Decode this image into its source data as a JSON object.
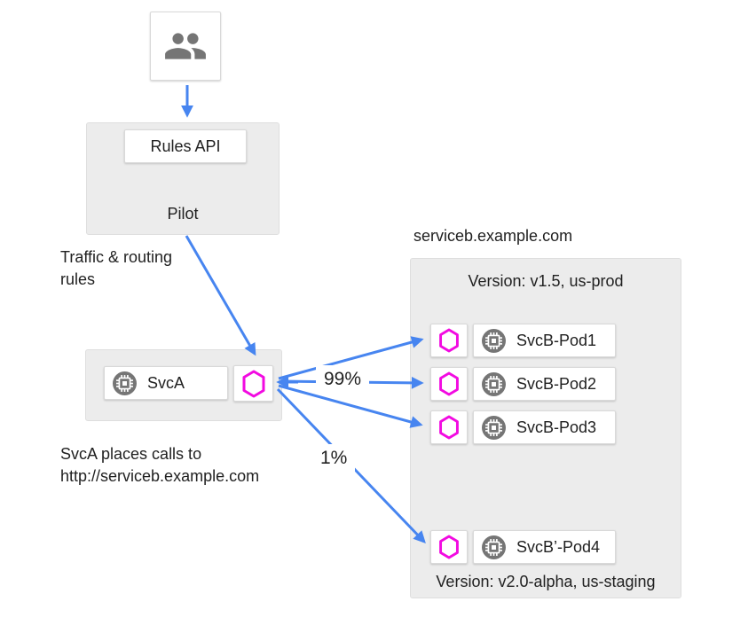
{
  "colors": {
    "arrow_blue": "#4785f0",
    "proxy_magenta": "#f20ae1",
    "panel_gray": "#ececec",
    "icon_gray": "#757575",
    "text_dark": "#212121"
  },
  "icons": {
    "users": "people-icon",
    "service": "chip-icon",
    "proxy": "hexagon-proxy-icon"
  },
  "pilot": {
    "label": "Pilot",
    "rules_api_label": "Rules API"
  },
  "notes": {
    "traffic_line1": "Traffic & routing",
    "traffic_line2": "rules",
    "svca_line1": "SvcA places calls to",
    "svca_line2": "http://serviceb.example.com"
  },
  "svca": {
    "label": "SvcA"
  },
  "weights": {
    "major": "99%",
    "minor": "1%"
  },
  "serviceb": {
    "title": "serviceb.example.com",
    "prod_version_label": "Version: v1.5, us-prod",
    "staging_version_label": "Version: v2.0-alpha, us-staging",
    "pods": [
      {
        "label": "SvcB-Pod1"
      },
      {
        "label": "SvcB-Pod2"
      },
      {
        "label": "SvcB-Pod3"
      }
    ],
    "staging_pod": {
      "label": "SvcB’-Pod4"
    }
  }
}
